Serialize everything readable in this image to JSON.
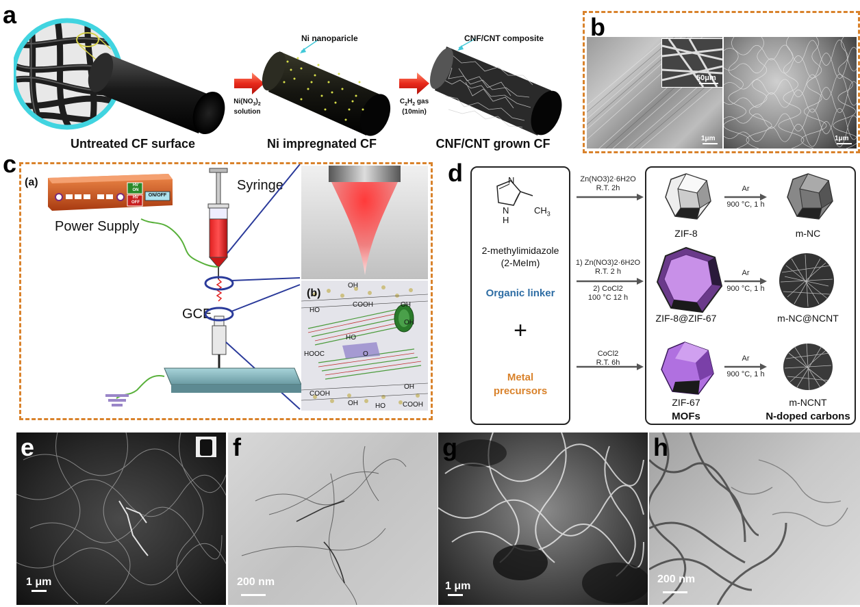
{
  "panel_labels": {
    "a": "a",
    "b": "b",
    "c": "c",
    "d": "d",
    "e": "e",
    "f": "f",
    "g": "g",
    "h": "h"
  },
  "panel_a": {
    "captions": [
      "Untreated CF surface",
      "Ni impregnated CF",
      "CNF/CNT grown CF"
    ],
    "annotation_ni": "Ni nanoparicle",
    "annotation_cnf": "CNF/CNT composite",
    "step1_line1": "Ni(NO",
    "step1_sub": "3",
    "step1_line1b": ")",
    "step1_sub2": "2",
    "step1_line2": "solution",
    "step2_line1": "C",
    "step2_sub1": "2",
    "step2_mid": "H",
    "step2_sub2": "2",
    "step2_end": " gas",
    "step2_line2": "(10min)"
  },
  "panel_b": {
    "inset_scale": "50μm",
    "scale_left": "1μm",
    "scale_right": "1μm"
  },
  "panel_c": {
    "sub_a": "(a)",
    "sub_b": "(b)",
    "power_supply": "Power Supply",
    "syringe": "Syringe",
    "gce": "GCE",
    "hv_on": "HV\nON",
    "hv_off": "HV\nOFF",
    "on_off": "ON/OFF",
    "oh": "OH",
    "cooh": "COOH",
    "ho": "HO",
    "hooc": "HOOC",
    "o": "O"
  },
  "panel_d": {
    "methyl": "CH",
    "methyl_sub": "3",
    "n_top": "N",
    "nh": "N",
    "h": "H",
    "linker_name": "2-methylimidazole",
    "linker_abbr": "(2-MeIm)",
    "organic_linker": "Organic linker",
    "plus": "+",
    "metal_precursors_1": "Metal",
    "metal_precursors_2": "precursors",
    "route1_l1": "Zn(NO3)2·6H2O",
    "route1_l2": "R.T. 2h",
    "route2_l1": "1) Zn(NO3)2·6H2O",
    "route2_l2": "R.T. 2 h",
    "route2_l3": "2) CoCl2",
    "route2_l4": "100 °C 12 h",
    "route3_l1": "CoCl2",
    "route3_l2": "R.T. 6h",
    "ar": "Ar",
    "temp": "900 °C, 1 h",
    "mof_labels": [
      "ZIF-8",
      "ZIF-8@ZIF-67",
      "ZIF-67"
    ],
    "carbon_labels": [
      "m-NC",
      "m-NC@NCNT",
      "m-NCNT"
    ],
    "mofs": "MOFs",
    "ndoped": "N-doped carbons",
    "colors": {
      "linker": "#2e6da4",
      "metal": "#d9822b"
    }
  },
  "panel_e": {
    "scale": "1 μm"
  },
  "panel_f": {
    "scale": "200 nm"
  },
  "panel_g": {
    "scale": "1 μm"
  },
  "panel_h": {
    "scale": "200 nm"
  }
}
